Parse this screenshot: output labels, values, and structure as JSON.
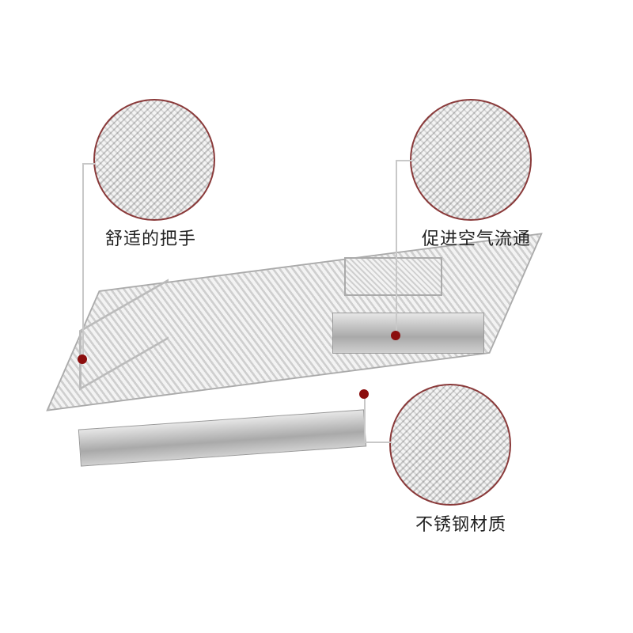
{
  "callouts": [
    {
      "label": "舒适的把手",
      "topic": "handle"
    },
    {
      "label": "促进空气流通",
      "topic": "airflow"
    },
    {
      "label": "不锈钢材质",
      "topic": "stainless-steel"
    }
  ],
  "colors": {
    "accent_dot": "#8b0d0d",
    "circle_border": "#8a3a3a",
    "leader_line": "#c8c8c8"
  }
}
